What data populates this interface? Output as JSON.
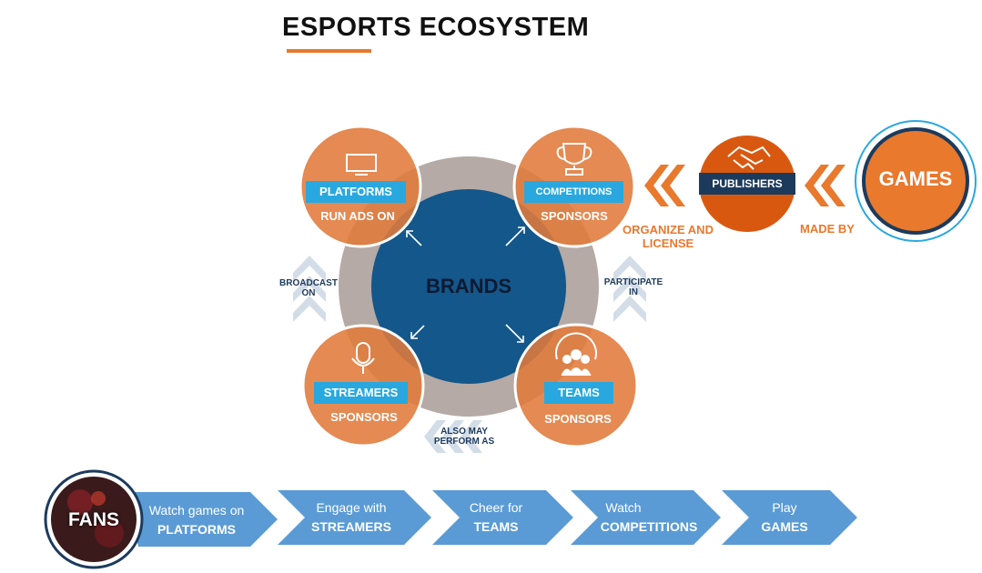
{
  "title": "ESPORTS ECOSYSTEM",
  "center": {
    "label": "BRANDS"
  },
  "nodes": {
    "platforms": {
      "label": "PLATFORMS",
      "sub": "RUN ADS ON",
      "icon": "monitor-icon"
    },
    "competitions": {
      "label": "COMPETITIONS",
      "sub": "SPONSORS",
      "icon": "trophy-icon"
    },
    "streamers": {
      "label": "STREAMERS",
      "sub": "SPONSORS",
      "icon": "microphone-icon"
    },
    "teams": {
      "label": "TEAMS",
      "sub": "SPONSORS",
      "icon": "team-icon"
    }
  },
  "connectors": {
    "broadcast": [
      "BROADCAST",
      "ON"
    ],
    "participate": [
      "PARTICIPATE",
      "IN"
    ],
    "also_perform": [
      "ALSO MAY",
      "PERFORM AS"
    ]
  },
  "publishers": {
    "label": "PUBLISHERS",
    "icon": "handshake-icon"
  },
  "games": {
    "label": "GAMES"
  },
  "organize": [
    "ORGANIZE AND",
    "LICENSE"
  ],
  "made_by": "MADE BY",
  "fans": {
    "label": "FANS"
  },
  "steps": [
    {
      "line1": "Watch games on",
      "line2": "PLATFORMS"
    },
    {
      "line1": "Engage with",
      "line2": "STREAMERS"
    },
    {
      "line1": "Cheer for",
      "line2": "TEAMS"
    },
    {
      "line1": "Watch",
      "line2": "COMPETITIONS"
    },
    {
      "line1": "Play",
      "line2": "GAMES"
    }
  ],
  "colors": {
    "orange": "#e8792d",
    "orange_node": "#e07a3a",
    "dark_orange": "#d9580f",
    "blue_center": "#14578a",
    "navy": "#1c3a5c",
    "label_blue": "#29a8df",
    "ring_gray": "#b5aaa6",
    "chevron_blue": "#d3dde8",
    "step_blue": "#5b9bd5"
  }
}
